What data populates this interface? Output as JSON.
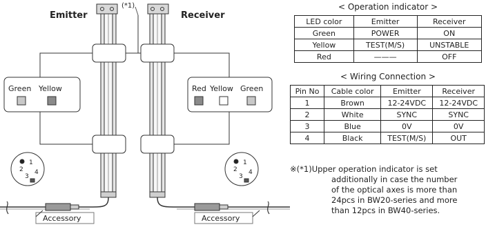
{
  "diagram": {
    "emitter_label": "Emitter",
    "receiver_label": "Receiver",
    "note_ref": "(*1)",
    "accessory_left": "Accessory",
    "accessory_right": "Accessory",
    "emitter_indicator_labels": [
      "Green",
      "Yellow"
    ],
    "receiver_indicator_labels": [
      "Red",
      "Yellow",
      "Green"
    ],
    "connector_pins": [
      "1",
      "2",
      "3",
      "4"
    ],
    "colors": {
      "line": "#333333",
      "indicator_gray": "#c8c8c8",
      "indicator_dark": "#8a8a8a",
      "indicator_white": "#ffffff"
    }
  },
  "operation_indicator": {
    "title": "< Operation indicator >",
    "headers": [
      "LED color",
      "Emitter",
      "Receiver"
    ],
    "rows": [
      [
        "Green",
        "POWER",
        "ON"
      ],
      [
        "Yellow",
        "TEST(M/S)",
        "UNSTABLE"
      ],
      [
        "Red",
        "———",
        "OFF"
      ]
    ]
  },
  "wiring_connection": {
    "title": "< Wiring Connection >",
    "headers": [
      "Pin No",
      "Cable color",
      "Emitter",
      "Receiver"
    ],
    "rows": [
      [
        "1",
        "Brown",
        "12-24VDC",
        "12-24VDC"
      ],
      [
        "2",
        "White",
        "SYNC",
        "SYNC"
      ],
      [
        "3",
        "Blue",
        "0V",
        "0V"
      ],
      [
        "4",
        "Black",
        "TEST(M/S)",
        "OUT"
      ]
    ]
  },
  "note": {
    "mark": "※(*1)",
    "first_line": "Upper operation indicator is set",
    "lines": [
      "additionally in case the number",
      "of the optical axes is more than",
      "24pcs in BW20-series and more",
      "than 12pcs in BW40-series."
    ]
  }
}
